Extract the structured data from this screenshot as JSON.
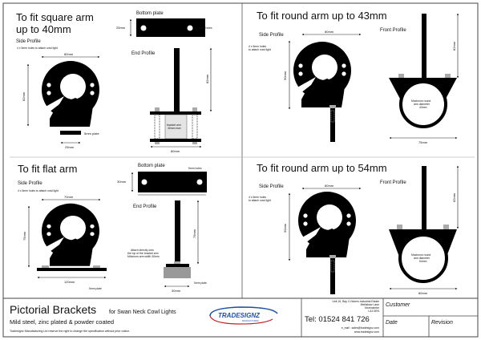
{
  "q1": {
    "title_line1": "To fit square arm",
    "title_line2": "up to 40mm",
    "side_profile": "Side Profile",
    "holes_note": "4 x 5mm holes to attach cowl light",
    "width_dim": "80mm",
    "height_dim": "82mm",
    "plate_note": "5mm plate",
    "plate_dim": "25mm",
    "bottom_plate": "Bottom plate",
    "bottom_plate_dim": "25mm",
    "bottom_plate_holes": "5mm holes",
    "end_profile": "End Profile",
    "stem_dim": "82mm",
    "arm_note_1": "bracket arm",
    "arm_note_2": "40mm max",
    "end_width_dim": "80mm"
  },
  "q2": {
    "title": "To fit round arm up to 43mm",
    "side_profile": "Side Profile",
    "holes_note_1": "4 x 5mm holes",
    "holes_note_2": "to attach cowl light",
    "width_dim": "80mm",
    "height_dim": "90mm",
    "front_profile": "Front Profile",
    "stem_dim": "82mm",
    "max_note_1": "Maximum round",
    "max_note_2": "arm diameter",
    "max_note_3": "43mm",
    "front_width_dim": "75mm"
  },
  "q3": {
    "title": "To fit flat arm",
    "side_profile": "Side Profile",
    "holes_note": "4 x 5mm holes to attach cowl light",
    "width_dim": "70mm",
    "height_dim": "75mm",
    "base_dim": "120mm",
    "plate_note": "5mm plate",
    "bottom_plate": "Bottom plate",
    "bottom_plate_dim": "30mm",
    "bottom_plate_holes": "5mm holes",
    "end_profile": "End Profile",
    "stem_dim": "75mm",
    "attach_note_1": "Attach directly onto",
    "attach_note_2": "the top of the bracket arm",
    "attach_note_3": "Minimum arm width 30mm",
    "end_width_dim": "30mm",
    "end_plate_note": "5mm plate"
  },
  "q4": {
    "title": "To fit round arm up to 54mm",
    "side_profile": "Side Profile",
    "holes_note_1": "4 x 5mm holes",
    "holes_note_2": "to attach cowl light",
    "width_dim": "80mm",
    "height_dim": "90mm",
    "front_profile": "Front Profile",
    "stem_dim": "82mm",
    "max_note_1": "Maximum round",
    "max_note_2": "arm diameter",
    "max_note_3": "54mm",
    "front_width_dim": "80mm"
  },
  "footer": {
    "title": "Pictorial Brackets",
    "title_suffix": "for Swan Neck Cowl Lights",
    "material": "Mild steel, zinc plated & powder coated",
    "disclaimer": "Tradesignz Manufacturing Ltd reserve the right to change the specification without prior notice.",
    "logo_text": "TRADESIGNZ",
    "logo_sub": "MANUFACTURING",
    "address": [
      "Unit 15, Bay 4 Vickers Industrial Estate",
      "Mellishaw Lane",
      "Morecambe",
      "LA3 3EN"
    ],
    "tel": "Tel: 01524 841 726",
    "email": "e_mail : sales@tradesignz.com",
    "web": "www.tradesignz.com",
    "customer_label": "Customer",
    "date_label": "Date",
    "revision_label": "Revision"
  },
  "colors": {
    "logo_blue": "#1f4fa0",
    "logo_red": "#c0262d",
    "grey_part": "#9a9a9a"
  }
}
